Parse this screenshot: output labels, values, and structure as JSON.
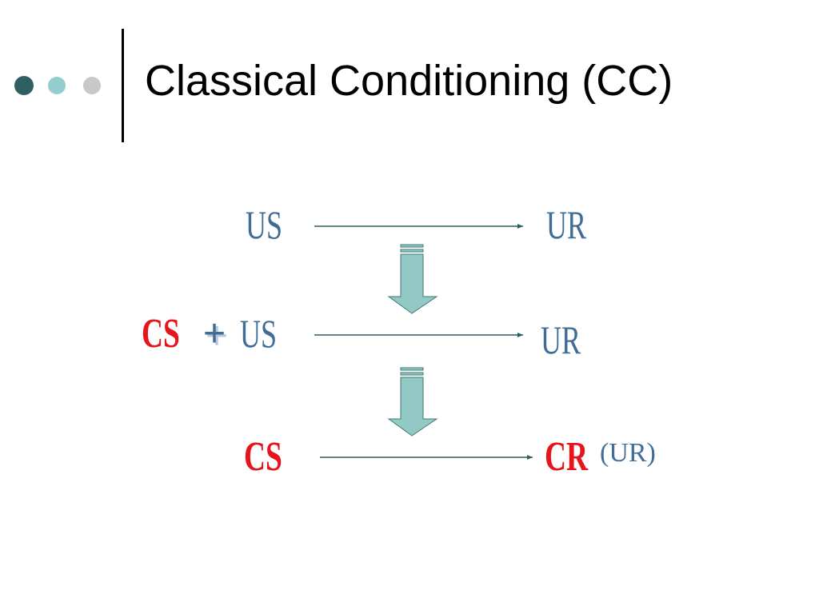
{
  "slide": {
    "title": "Classical Conditioning (CC)"
  },
  "colors": {
    "blue_term": "#3f6d96",
    "red_term": "#e8141c",
    "arrow_fill": "#93c9c4",
    "arrow_stroke": "#3d7a76",
    "dot_dark": "#2f5f60",
    "dot_light": "#93cdd0",
    "dot_gray": "#c8c8c8"
  },
  "diagram": {
    "row1": {
      "stimulus": "US",
      "response": "UR"
    },
    "row2": {
      "stimulus_conditioned": "CS",
      "plus": "+",
      "stimulus_unconditioned": "US",
      "response": "UR"
    },
    "row3": {
      "stimulus": "CS",
      "response": "CR",
      "response_note": "(UR)"
    }
  }
}
